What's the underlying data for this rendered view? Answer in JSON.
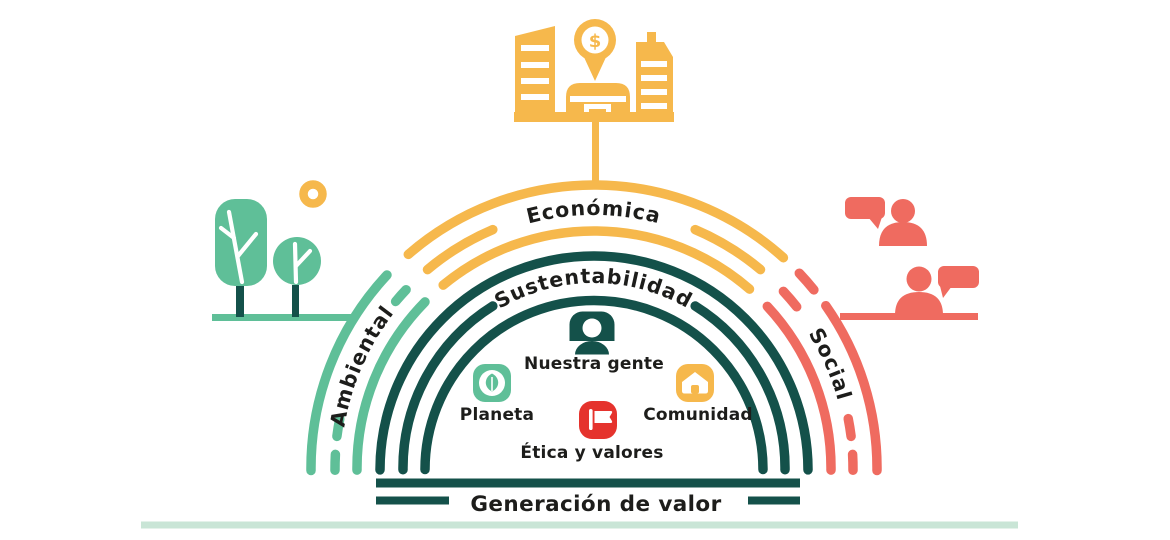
{
  "palette": {
    "green": "#5FBF98",
    "yellow": "#F6B84C",
    "coral": "#EF6B60",
    "dark": "#14514A",
    "red": "#E5332D",
    "pale": "#C9E5D6",
    "ink": "#1D1D1B"
  },
  "diagram": {
    "rings": {
      "environmental": "Ambiental",
      "economic": "Económica",
      "social": "Social",
      "sustainability": "Sustentabilidad"
    },
    "pillars": [
      {
        "icon": "person-icon",
        "label": "Nuestra gente"
      },
      {
        "icon": "leaf-icon",
        "label": "Planeta"
      },
      {
        "icon": "house-icon",
        "label": "Comunidad"
      },
      {
        "icon": "flag-icon",
        "label": "Ética y valores"
      }
    ],
    "base_label": "Generación de valor",
    "pin_symbol": "$"
  }
}
